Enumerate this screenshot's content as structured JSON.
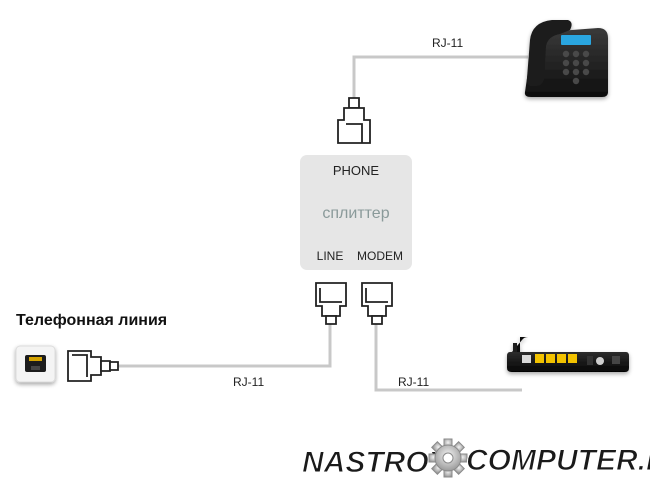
{
  "cables": {
    "phone_cable": "RJ-11",
    "line_cable": "RJ-11",
    "modem_cable": "RJ-11"
  },
  "splitter": {
    "title": "сплиттер",
    "port_phone": "PHONE",
    "port_line": "LINE",
    "port_modem": "MODEM"
  },
  "line_label": "Телефонная линия",
  "watermark": {
    "left": "NASTROY",
    "right": "COMPUTER.RU"
  },
  "colors": {
    "cable": "#c8c8c8",
    "splitter_box": "#e6e6e6",
    "splitter_title": "#8a9a9a",
    "phone_screen": "#2aa6e0",
    "modem_ports": "#f2c200",
    "watermark_text": "#1a1a1a"
  },
  "icons": [
    "desk-phone-icon",
    "rj11-plug-icon",
    "wall-socket-icon",
    "adsl-modem-icon",
    "gear-icon"
  ]
}
